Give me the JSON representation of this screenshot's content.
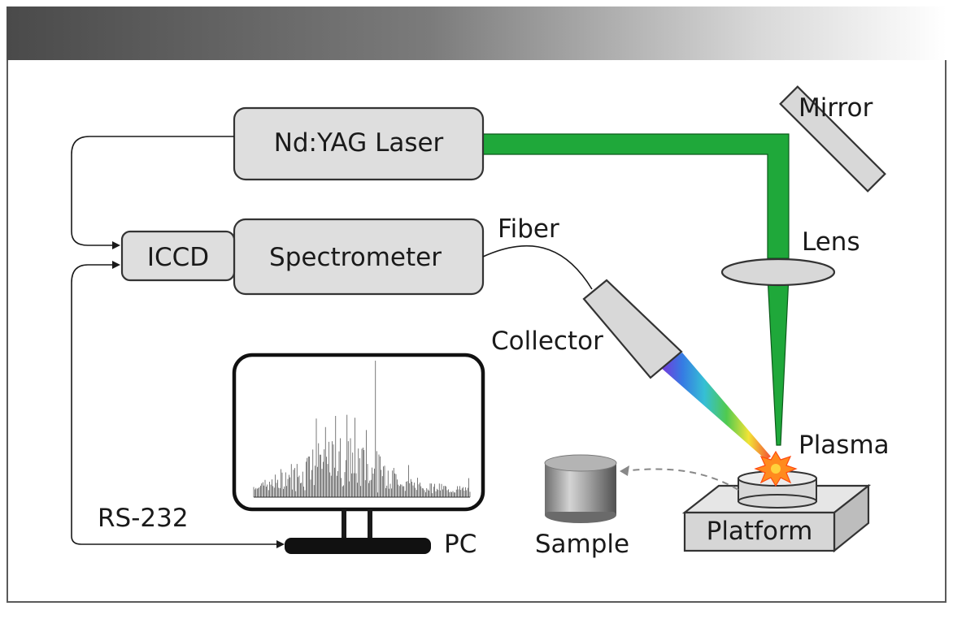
{
  "labels": {
    "laser": "Nd:YAG Laser",
    "spectrometer": "Spectrometer",
    "iccd": "ICCD",
    "mirror": "Mirror",
    "lens": "Lens",
    "fiber": "Fiber",
    "collector": "Collector",
    "plasma": "Plasma",
    "platform": "Platform",
    "sample": "Sample",
    "pc": "PC",
    "rs232": "RS-232"
  },
  "colors": {
    "laser_beam": "#1fa83a",
    "box_fill": "#dedede",
    "plasma": "#ff8a1e"
  }
}
